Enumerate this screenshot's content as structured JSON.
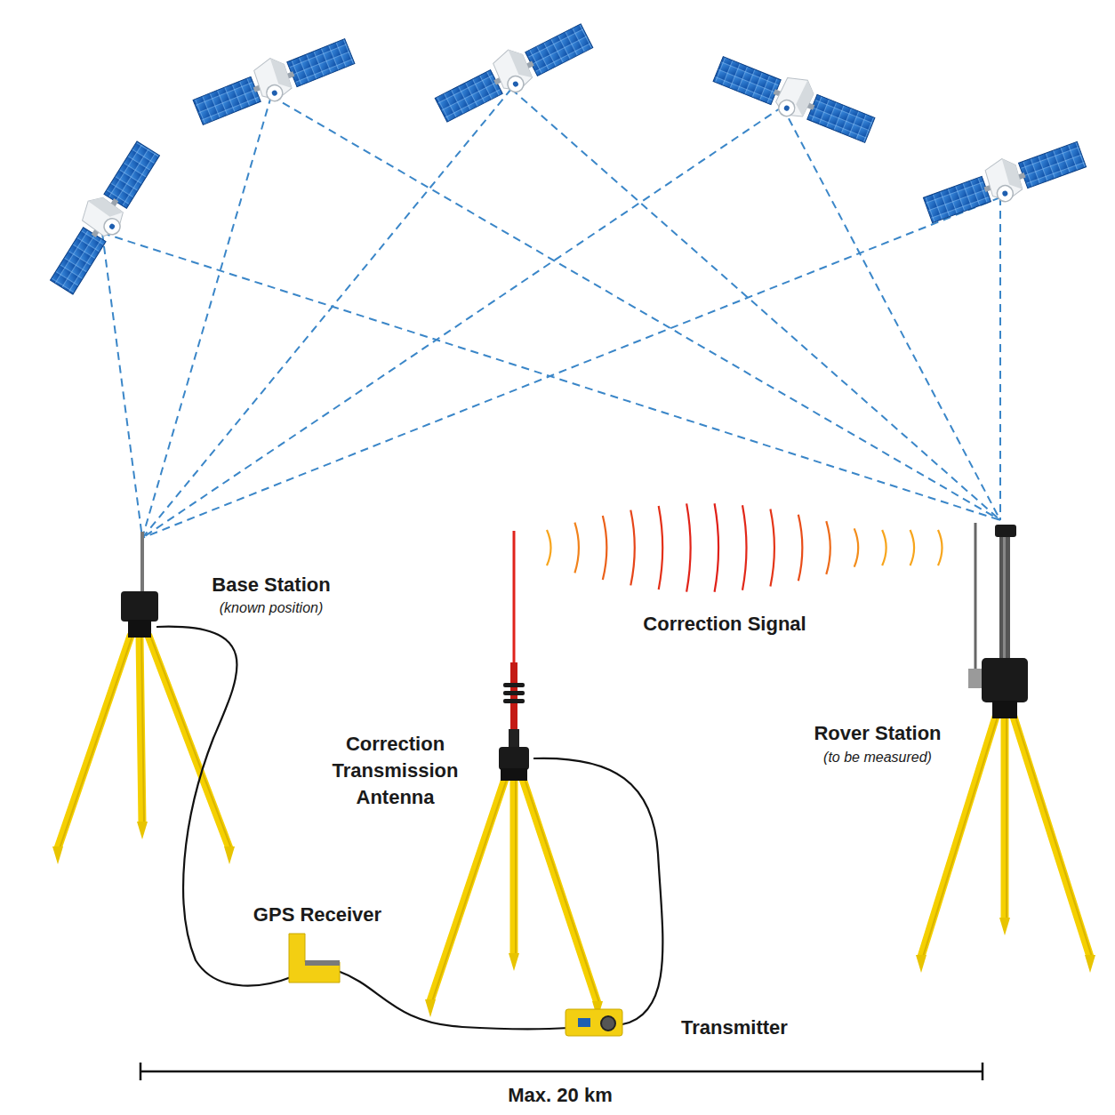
{
  "diagram": {
    "labels": [
      "Base Station",
      "(known position)",
      "Correction Transmission Antenna",
      "GPS Receiver",
      "Transmitter",
      "Correction Signal",
      "Rover Station",
      "(to be measured)",
      "Max. 20 km"
    ]
  }
}
